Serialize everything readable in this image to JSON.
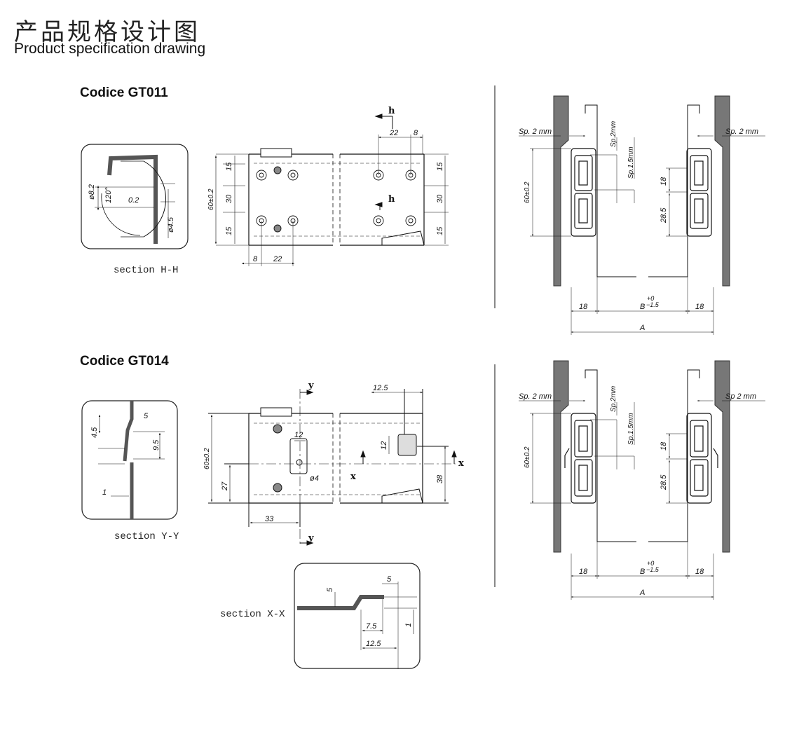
{
  "header": {
    "title_cn": "产品规格设计图",
    "title_en": "Product specification drawing"
  },
  "gt011": {
    "code": "Codice GT011",
    "section_label": "section H-H",
    "section_dims": {
      "d82": "ø8.2",
      "angle": "120°",
      "gap": "0.2",
      "d45": "ø4.5"
    },
    "plan_dims": {
      "top22": "22",
      "top8": "8",
      "h": "h",
      "v15a": "15",
      "v30": "30",
      "v15b": "15",
      "height": "60±0.2",
      "r15a": "15",
      "r30": "30",
      "r15b": "15",
      "b8": "8",
      "b22": "22"
    },
    "mount_dims": {
      "sp2_left": "Sp. 2 mm",
      "sp2_right": "Sp. 2 mm",
      "sp2mm": "Sp.2mm",
      "sp15mm": "Sp.1.5mm",
      "h60": "60±0.2",
      "d18": "18",
      "d285": "28.5",
      "w18a": "18",
      "w18b": "18",
      "b": "B",
      "b_tol_top": "+0",
      "b_tol_bot": "−1.5",
      "a": "A"
    }
  },
  "gt014": {
    "code": "Codice GT014",
    "section_yy_label": "section Y-Y",
    "section_xx_label": "section X-X",
    "yy_dims": {
      "d45": "4.5",
      "d5": "5",
      "d95": "9.5",
      "d1": "1"
    },
    "plan_dims": {
      "y": "y",
      "x": "x",
      "d125": "12.5",
      "d12a": "12",
      "d12b": "12",
      "d4": "ø4",
      "h60": "60±0.2",
      "d27": "27",
      "d38": "38",
      "d33": "33"
    },
    "xx_dims": {
      "d5a": "5",
      "d5b": "5",
      "d75": "7.5",
      "d125": "12.5",
      "d1": "1"
    },
    "mount_dims": {
      "sp2_left": "Sp. 2 mm",
      "sp2_right": "Sp 2 mm",
      "sp2mm": "Sp.2mm",
      "sp15mm": "Sp.1.5mm",
      "h60": "60±0.2",
      "d18": "18",
      "d285": "28.5",
      "w18a": "18",
      "w18b": "18",
      "b": "B",
      "b_tol_top": "+0",
      "b_tol_bot": "−1.5",
      "a": "A"
    }
  }
}
